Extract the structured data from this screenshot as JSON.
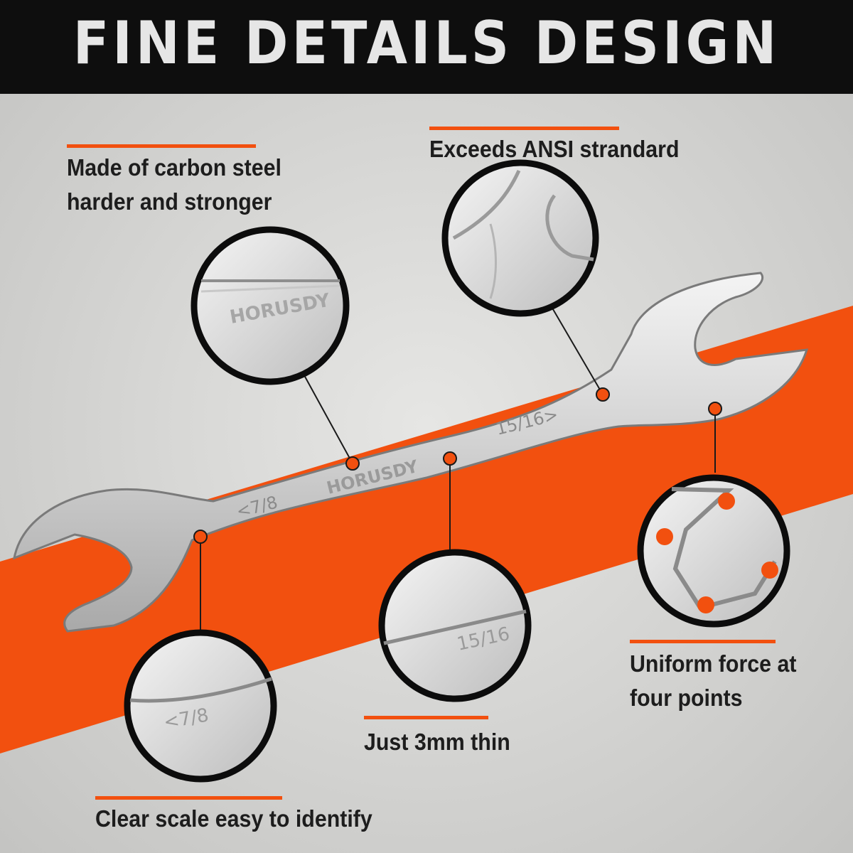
{
  "header": {
    "title": "FINE DETAILS DESIGN"
  },
  "brand": {
    "engraving": "HORUSDY"
  },
  "wrench": {
    "scale_left": "7/8",
    "scale_right": "15/16",
    "left_marking": "<7/8",
    "right_marking": "15/16>"
  },
  "callouts": {
    "carbon_steel": "Made of carbon steel\nharder and stronger",
    "ansi": "Exceeds ANSI strandard",
    "uniform_force": "Uniform force at\nfour points",
    "thin": "Just 3mm thin",
    "clear_scale": "Clear scale easy to identify"
  },
  "colors": {
    "accent": "#f2500f",
    "header_bg": "#0e0e0e",
    "background": "#d8d8d6"
  }
}
